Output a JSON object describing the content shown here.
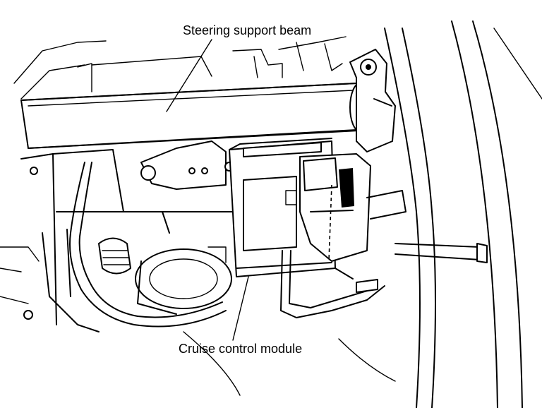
{
  "callouts": [
    {
      "id": "steering-support-beam",
      "text": "Steering support beam"
    },
    {
      "id": "cruise-control-module",
      "text": "Cruise control module"
    }
  ]
}
